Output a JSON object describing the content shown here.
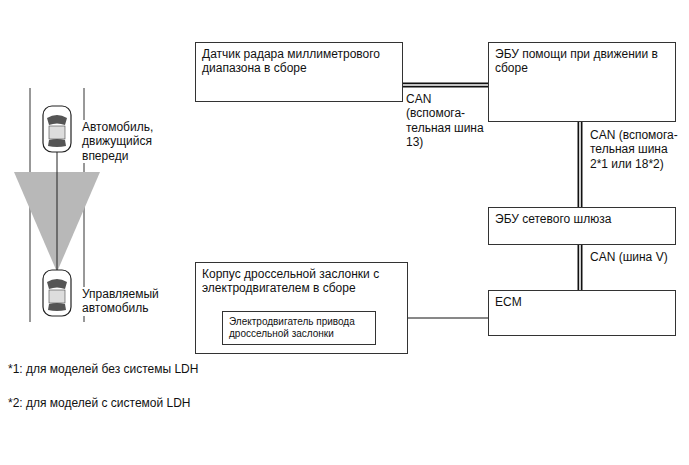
{
  "diagram": {
    "nodes": [
      {
        "text": [
          "Датчик радара миллиметрового диапазона в сборе"
        ]
      },
      {
        "text": [
          "ЭБУ помощи при движении в сборе"
        ]
      },
      {
        "text": [
          "ЭБУ сетевого шлюза"
        ]
      },
      {
        "text": [
          "ECM"
        ]
      },
      {
        "text": [
          "Корпус дроссельной заслонки с электродвигателем в сборе"
        ]
      },
      {
        "text": [
          "Электродвигатель привода дроссельной заслонки"
        ],
        "in": 4
      }
    ],
    "edges": [
      {
        "from": 0,
        "to": 1,
        "arrow": "none",
        "label": "CAN (вспомога- тельная шина 13)"
      },
      {
        "from": 1,
        "to": 2,
        "arrow": "none",
        "label": "CAN (вспомога- тельная шина 2*1 или 18*2)"
      },
      {
        "from": 2,
        "to": 3,
        "arrow": "none",
        "label": "CAN (шина V)"
      },
      {
        "from": 3,
        "to": 5,
        "arrow": "to"
      }
    ],
    "labels": [
      "Автомобиль, движущийся впереди",
      "Управляемый автомобиль",
      "*1: для моделей без системы LDH",
      "*2: для моделей с системой LDH"
    ]
  }
}
